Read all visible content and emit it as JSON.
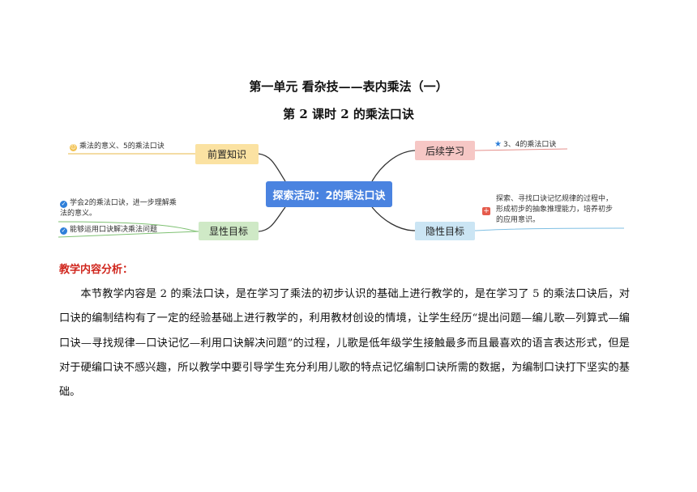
{
  "doc": {
    "title_line1": "第一单元 看杂技——表内乘法（一）",
    "title_line2": "第 2 课时  2 的乘法口诀",
    "section_heading": "教学内容分析：",
    "paragraph": "本节教学内容是 2 的乘法口诀，是在学习了乘法的初步认识的基础上进行教学的，是在学习了 5 的乘法口诀后，对口诀的编制结构有了一定的经验基础上进行教学的，利用教材创设的情境，让学生经历“提出问题—编儿歌—列算式—编口诀—寻找规律—口诀记忆—利用口诀解决问题”的过程，儿歌是低年级学生接触最多而且最喜欢的语言表达形式，但是对于硬编口诀不感兴趣，所以教学中要引导学生充分利用儿歌的特点记忆编制口诀所需的数据，为编制口诀打下坚实的基础。"
  },
  "mindmap": {
    "center": "探索活动：2的乘法口诀",
    "prior": {
      "label": "前置知识",
      "leaf": "乘法的意义、5的乘法口诀"
    },
    "follow": {
      "label": "后续学习",
      "leaf": "3、4的乘法口诀"
    },
    "explicit": {
      "label": "显性目标",
      "leaf1": "学会2的乘法口诀，进一步理解乘法的意义。",
      "leaf2": "能够运用口诀解决乘法问题"
    },
    "implicit": {
      "label": "隐性目标",
      "leaf": "探索、寻找口诀记忆规律的过程中，形成初步的抽象推理能力，培养初步的应用意识。"
    },
    "colors": {
      "center": "#4a83e0",
      "prior": "#fbe2a2",
      "follow": "#f6c7c5",
      "explicit": "#cfe9c6",
      "implicit": "#cbe5f4",
      "connector": "#333333"
    }
  }
}
